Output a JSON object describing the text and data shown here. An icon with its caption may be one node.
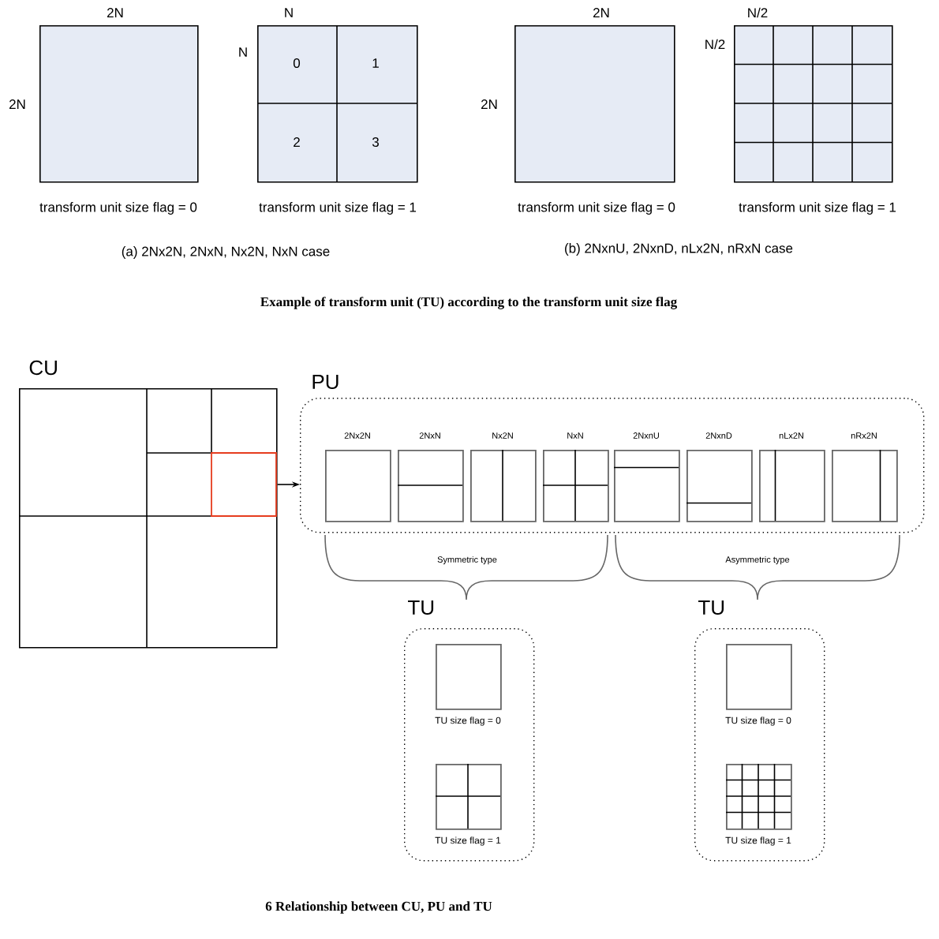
{
  "diagram": {
    "nodes": [
      {
        "text": [
          "transform unit size flag = 0"
        ]
      },
      {
        "text": [
          "0",
          "1",
          "2",
          "3",
          "transform unit size flag = 1"
        ]
      },
      {
        "text": [
          "transform unit size flag = 0"
        ]
      },
      {
        "text": [
          "transform unit size flag = 1"
        ]
      },
      {
        "text": [
          "CU"
        ]
      },
      {
        "text": [
          "PU"
        ]
      },
      {
        "text": [
          "2Nx2N"
        ],
        "in": 5
      },
      {
        "text": [
          "2NxN"
        ],
        "in": 5
      },
      {
        "text": [
          "Nx2N"
        ],
        "in": 5
      },
      {
        "text": [
          "NxN"
        ],
        "in": 5
      },
      {
        "text": [
          "2NxnU"
        ],
        "in": 5
      },
      {
        "text": [
          "2NxnD"
        ],
        "in": 5
      },
      {
        "text": [
          "nLx2N"
        ],
        "in": 5
      },
      {
        "text": [
          "nRx2N"
        ],
        "in": 5
      },
      {
        "text": [
          "TU"
        ]
      },
      {
        "text": [
          "TU size flag = 0"
        ],
        "in": 14
      },
      {
        "text": [
          "TU size flag = 1"
        ],
        "in": 14
      },
      {
        "text": [
          "TU"
        ]
      },
      {
        "text": [
          "TU size flag = 0"
        ],
        "in": 17
      },
      {
        "text": [
          "TU size flag = 1"
        ],
        "in": 17
      }
    ],
    "edges": [
      {
        "from": 4,
        "to": 5,
        "arrow": "to"
      }
    ],
    "labels": [
      "2N",
      "N",
      "2N",
      "N/2",
      "2N",
      "N",
      "2N",
      "N/2",
      "(a) 2Nx2N, 2NxN, Nx2N, NxN case",
      "(b) 2NxnU, 2NxnD, nLx2N, nRxN case",
      "Example of transform unit (TU) according to the transform unit size flag",
      "Symmetric type",
      "Asymmetric type",
      "6 Relationship between CU, PU and TU"
    ]
  }
}
